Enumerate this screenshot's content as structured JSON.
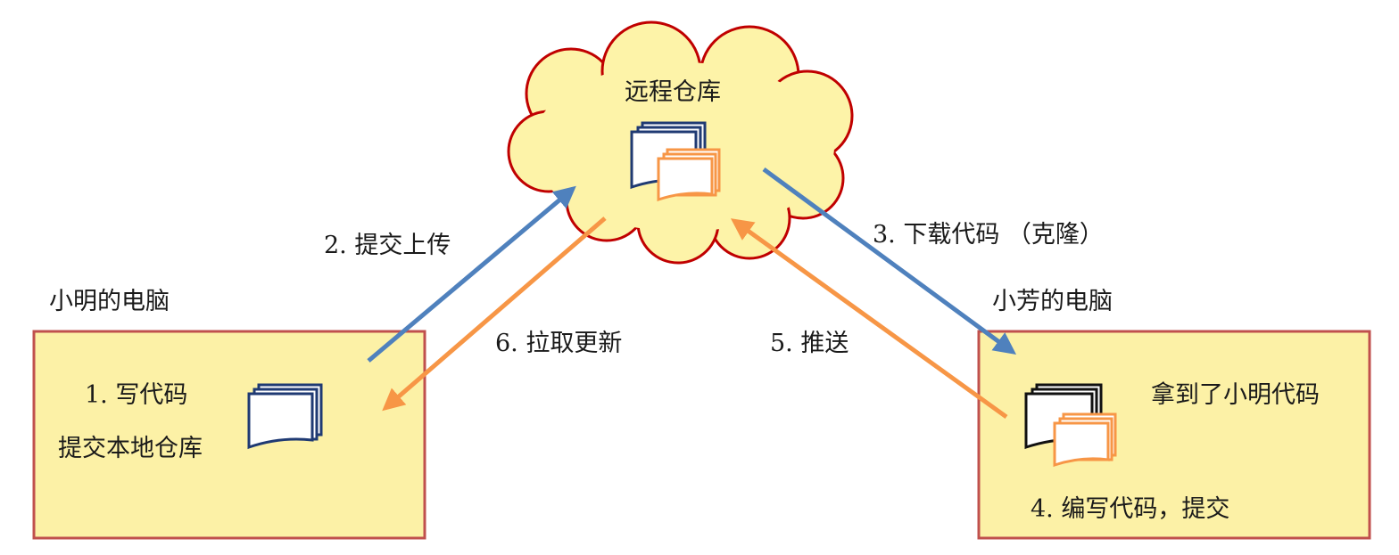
{
  "remote": {
    "title": "远程仓库"
  },
  "xiaoming": {
    "title": "小明的电脑",
    "step1": "1. 写代码",
    "step1_sub": "提交本地仓库"
  },
  "xiaofang": {
    "title": "小芳的电脑",
    "got": "拿到了小明代码",
    "step4": "4. 编写代码，提交"
  },
  "arrows": {
    "upload": "2. 提交上传",
    "clone": "3. 下载代码 （克隆）",
    "push": "5. 推送",
    "pull": "6. 拉取更新"
  },
  "colors": {
    "box_fill": "#fcf1a6",
    "box_border": "#c0504d",
    "cloud_fill": "#fdf3a8",
    "cloud_border": "#c00000",
    "arrow_blue": "#4f81bd",
    "arrow_orange": "#f79646",
    "doc_navy": "#1f3a73",
    "doc_orange": "#f79646",
    "doc_black": "#111111"
  },
  "icons": [
    "doc-stack-icon"
  ]
}
